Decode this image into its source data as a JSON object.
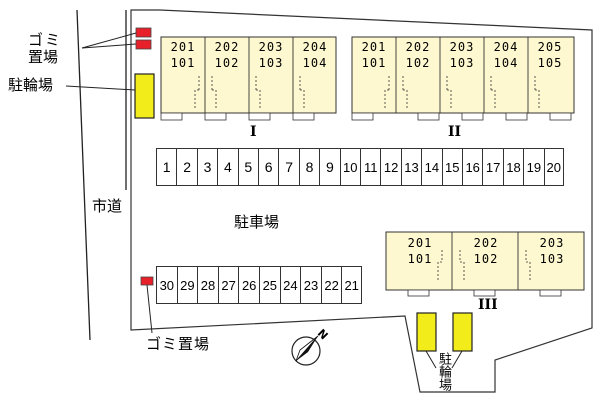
{
  "labels": {
    "garbage_top": "ゴミ\n置場",
    "garbage_top_line1": "ゴミ",
    "garbage_top_line2": "置場",
    "bicycle_left": "駐輪場",
    "city_road": "市道",
    "parking": "駐車場",
    "garbage_bottom": "ゴミ置場",
    "bicycle_bottom": "駐輪場",
    "compass_letter": "N"
  },
  "buildings": [
    {
      "name": "I",
      "upper": [
        "201",
        "202",
        "203",
        "204"
      ],
      "lower": [
        "101",
        "102",
        "103",
        "104"
      ]
    },
    {
      "name": "II",
      "upper": [
        "201",
        "202",
        "203",
        "204",
        "205"
      ],
      "lower": [
        "101",
        "102",
        "103",
        "104",
        "105"
      ]
    },
    {
      "name": "III",
      "upper": [
        "201",
        "202",
        "203"
      ],
      "lower": [
        "101",
        "102",
        "103"
      ]
    }
  ],
  "parking_row_top": [
    "1",
    "2",
    "3",
    "4",
    "5",
    "6",
    "7",
    "8",
    "9",
    "10",
    "11",
    "12",
    "13",
    "14",
    "15",
    "16",
    "17",
    "18",
    "19",
    "20"
  ],
  "parking_row_bottom": [
    "30",
    "29",
    "28",
    "27",
    "26",
    "25",
    "24",
    "23",
    "22",
    "21"
  ],
  "colors": {
    "building_fill": "#fdf8cf",
    "bicycle_yellow": "#f2ec1a",
    "garbage_red": "#e8202a",
    "outline": "#222222"
  }
}
